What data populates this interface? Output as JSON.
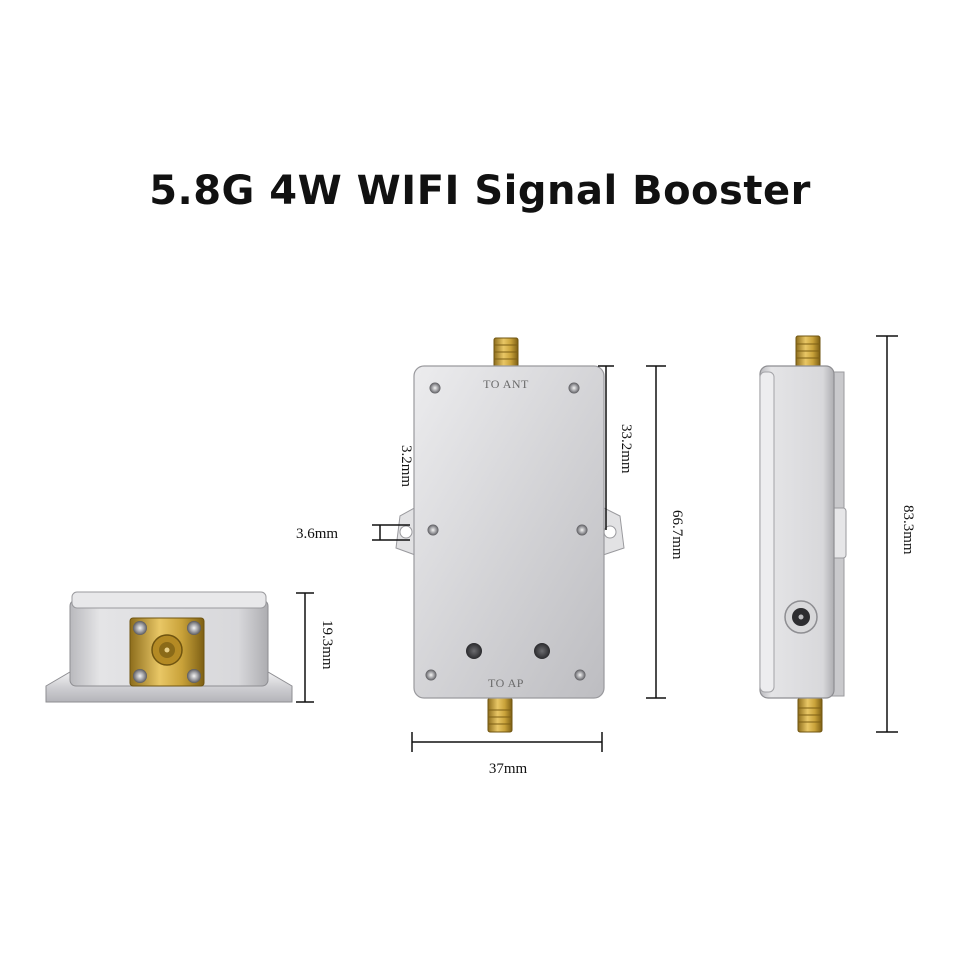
{
  "title": "5.8G 4W WIFI Signal Booster",
  "labels": {
    "to_ant": "TO ANT",
    "to_ap": "TO AP"
  },
  "dimensions": {
    "height_side": "19.3mm",
    "hole_gap": "3.2mm",
    "hole_offset": "3.6mm",
    "hole_pitch": "33.2mm",
    "body_length": "66.7mm",
    "total_length": "83.3mm",
    "width": "37mm"
  },
  "colors": {
    "aluminum": "#d6d6d8",
    "aluminum_dark": "#a9a9ad",
    "brass": "#c9a23a",
    "brass_dark": "#8d6d1c",
    "dimension_line": "#111111"
  }
}
